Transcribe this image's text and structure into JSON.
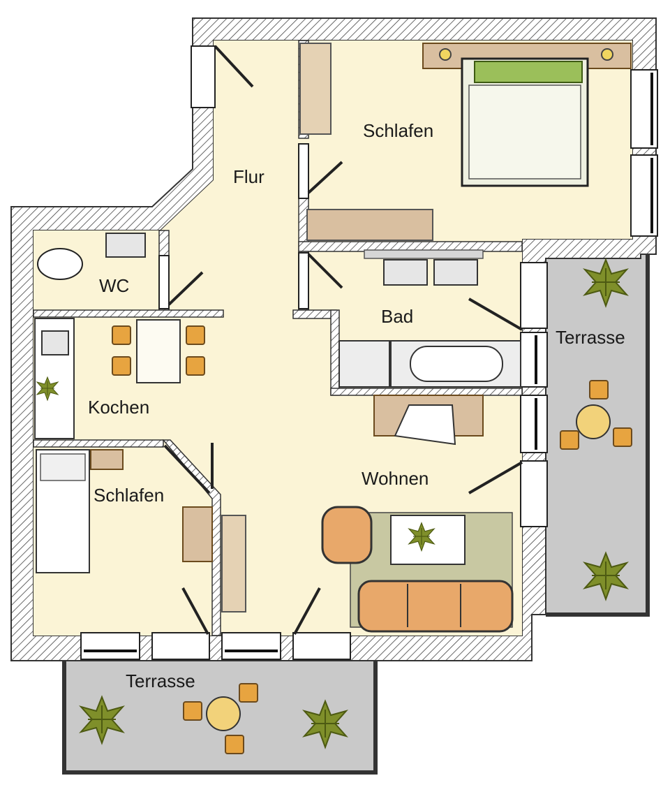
{
  "plan": {
    "rooms": {
      "flur": "Flur",
      "schlafen_main": "Schlafen",
      "wc": "WC",
      "bad": "Bad",
      "kochen": "Kochen",
      "schlafen_small": "Schlafen",
      "wohnen": "Wohnen",
      "terrasse_right": "Terrasse",
      "terrasse_bottom": "Terrasse"
    },
    "colors": {
      "floor": "#fbf4d6",
      "terrace": "#c9c9c9",
      "wood": "#d9bfa0",
      "sofa": "#e8a86a",
      "chair": "#e7a440",
      "plant": "#7f8f2a"
    }
  }
}
